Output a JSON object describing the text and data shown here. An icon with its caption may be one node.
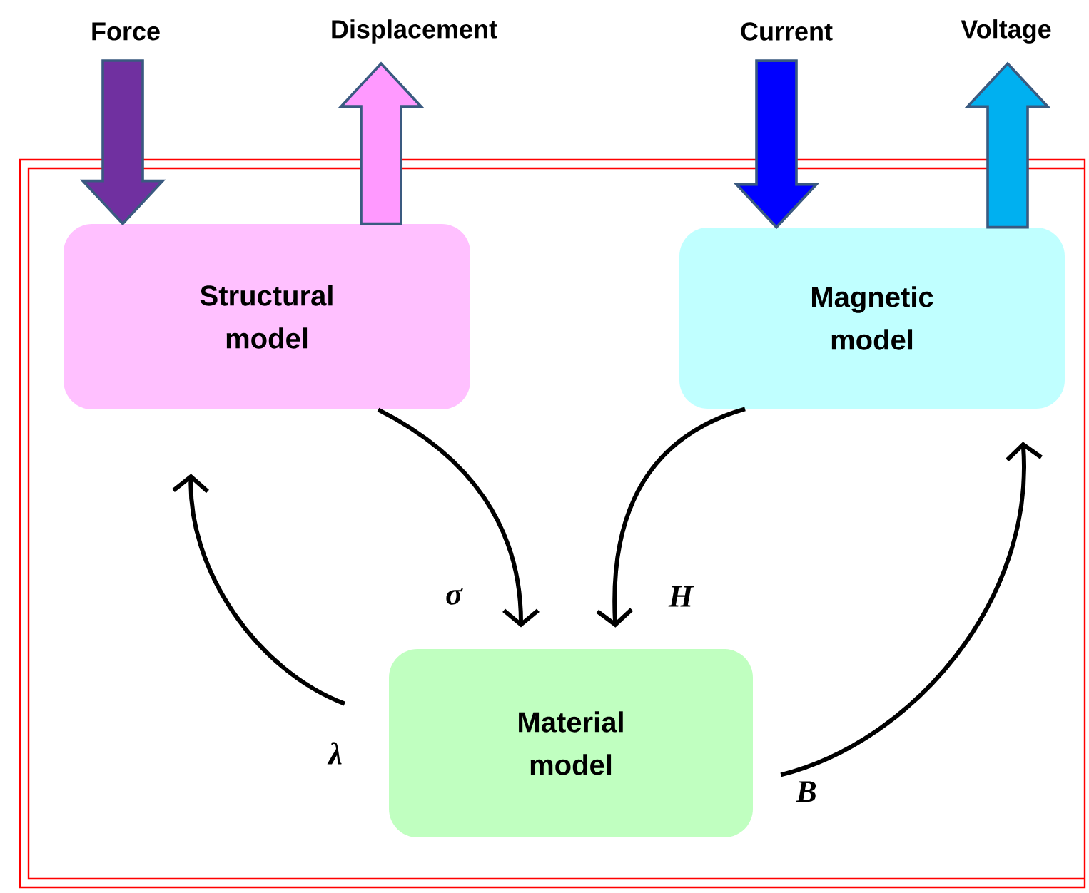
{
  "diagram": {
    "nodes": [
      {
        "text": [
          "Force"
        ]
      },
      {
        "text": [
          "Displacement"
        ]
      },
      {
        "text": [
          "Current"
        ]
      },
      {
        "text": [
          "Voltage"
        ]
      },
      {
        "text": [
          "Structural model"
        ]
      },
      {
        "text": [
          "Magnetic model"
        ]
      },
      {
        "text": [
          "Material model"
        ]
      }
    ],
    "edges": [
      {
        "from": 0,
        "to": 4,
        "arrow": "to",
        "style": "thick",
        "color": "#7030a0"
      },
      {
        "from": 4,
        "to": 1,
        "arrow": "to",
        "style": "thick",
        "color": "#ff99ff"
      },
      {
        "from": 2,
        "to": 5,
        "arrow": "to",
        "style": "thick",
        "color": "#0000ff"
      },
      {
        "from": 5,
        "to": 3,
        "arrow": "to",
        "style": "thick",
        "color": "#00b0f0"
      },
      {
        "from": 4,
        "to": 6,
        "arrow": "to",
        "label": "σ"
      },
      {
        "from": 5,
        "to": 6,
        "arrow": "to",
        "label": "H"
      },
      {
        "from": 6,
        "to": 4,
        "arrow": "to",
        "label": "λ"
      },
      {
        "from": 6,
        "to": 5,
        "arrow": "to",
        "label": "B"
      }
    ]
  }
}
